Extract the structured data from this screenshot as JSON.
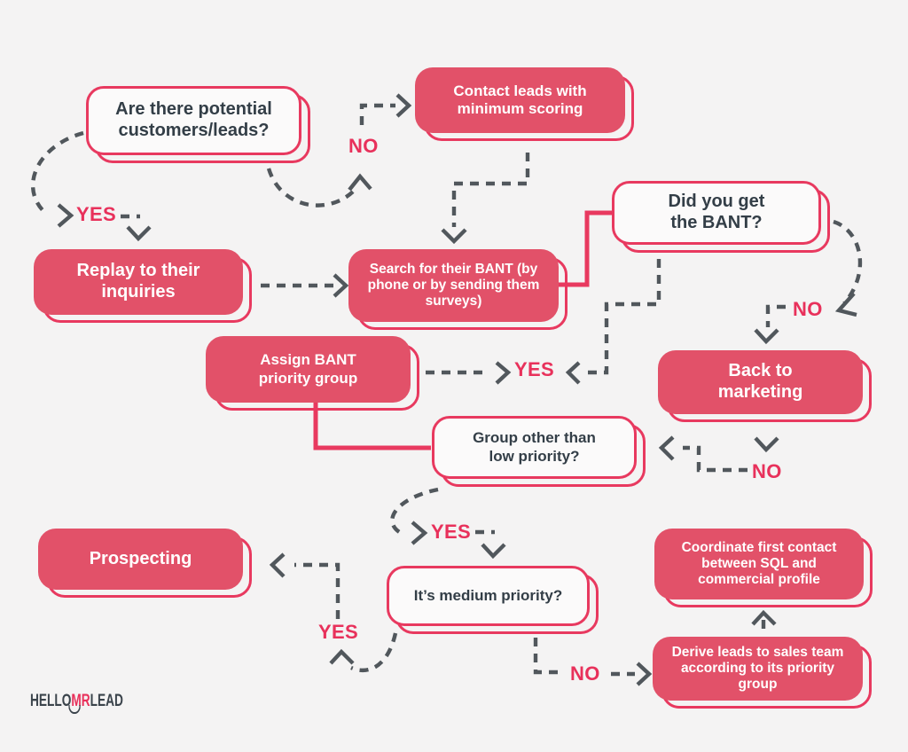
{
  "diagram": {
    "background": "#f4f3f3",
    "colors": {
      "box_fill": "#e25169",
      "box_outline": "#e8395f",
      "label_pink": "#e8315b",
      "text_dark": "#333e47",
      "text_light": "#ffffff",
      "arrow_gray": "#51575c"
    },
    "labels": {
      "yes": "YES",
      "no": "NO"
    },
    "logo": {
      "hello": "HELLO",
      "mr": "MR",
      "lead": "LEAD"
    },
    "nodes": {
      "q_potential": "Are there potential customers/leads?",
      "contact_min": "Contact leads with minimum scoring",
      "q_bant": "Did you get the BANT?",
      "replay": "Replay to their inquiries",
      "search_bant": "Search for their BANT (by phone or by sending them surveys)",
      "assign": "Assign BANT priority group",
      "back_marketing": "Back to marketing",
      "q_group": "Group other than low priority?",
      "prospecting": "Prospecting",
      "q_medium": "It’s medium priority?",
      "coordinate": "Coordinate first contact between SQL and commercial profile",
      "derive": "Derive leads to sales team according to its priority group"
    },
    "edges": [
      {
        "from": "q_potential",
        "label": "YES",
        "to": "replay"
      },
      {
        "from": "q_potential",
        "label": "NO",
        "to": "contact_min"
      },
      {
        "from": "contact_min",
        "label": "",
        "to": "search_bant"
      },
      {
        "from": "replay",
        "label": "",
        "to": "search_bant"
      },
      {
        "from": "search_bant",
        "label": "",
        "to": "q_bant"
      },
      {
        "from": "q_bant",
        "label": "YES",
        "to": "assign"
      },
      {
        "from": "q_bant",
        "label": "NO",
        "to": "back_marketing"
      },
      {
        "from": "assign",
        "label": "",
        "to": "q_group"
      },
      {
        "from": "back_marketing",
        "label": "NO",
        "to": "q_group"
      },
      {
        "from": "q_group",
        "label": "YES",
        "to": "q_medium"
      },
      {
        "from": "q_medium",
        "label": "YES",
        "to": "prospecting"
      },
      {
        "from": "q_medium",
        "label": "NO",
        "to": "derive"
      },
      {
        "from": "derive",
        "label": "",
        "to": "coordinate"
      }
    ]
  }
}
